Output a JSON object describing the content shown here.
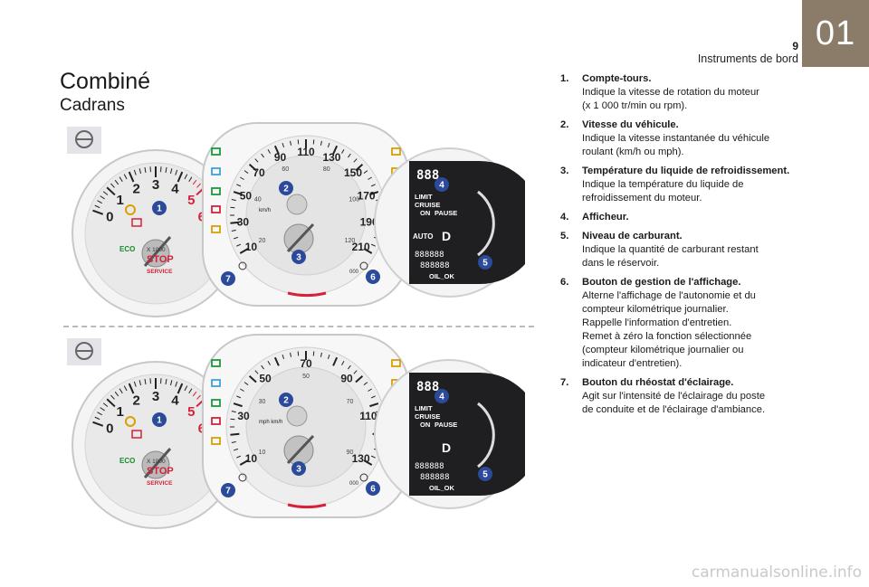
{
  "header": {
    "page_number": "9",
    "section_title": "Instruments de bord",
    "chapter": "01"
  },
  "headings": {
    "title": "Combiné",
    "subtitle": "Cadrans"
  },
  "list": [
    {
      "num": "1.",
      "title": "Compte-tours.",
      "lines": [
        "Indique la vitesse de rotation du moteur",
        "(x 1 000 tr/min ou rpm)."
      ]
    },
    {
      "num": "2.",
      "title": "Vitesse du véhicule.",
      "lines": [
        "Indique la vitesse instantanée du véhicule",
        "roulant (km/h ou mph)."
      ]
    },
    {
      "num": "3.",
      "title": "Température du liquide de refroidissement.",
      "lines": [
        "Indique la température du liquide de",
        "refroidissement du moteur."
      ]
    },
    {
      "num": "4.",
      "title": "Afficheur.",
      "lines": []
    },
    {
      "num": "5.",
      "title": "Niveau de carburant.",
      "lines": [
        "Indique la quantité de carburant restant",
        "dans le réservoir."
      ]
    },
    {
      "num": "6.",
      "title": "Bouton de gestion de l'affichage.",
      "lines": [
        "Alterne l'affichage de l'autonomie et du",
        "compteur kilométrique journalier.",
        "Rappelle l'information d'entretien.",
        "Remet à zéro la fonction sélectionnée",
        "(compteur kilométrique journalier ou",
        "indicateur d'entretien)."
      ]
    },
    {
      "num": "7.",
      "title": "Bouton du rhéostat d'éclairage.",
      "lines": [
        "Agit sur l'intensité de l'éclairage du poste",
        "de conduite et de l'éclairage d'ambiance."
      ]
    }
  ],
  "cluster": {
    "tach_labels": [
      "0",
      "1",
      "2",
      "3",
      "4",
      "5",
      "6"
    ],
    "tach_unit": "X 1000",
    "stop_label": "STOP",
    "service_label": "SERVICE",
    "eco_label": "ECO",
    "speed_labels_top": [
      "10",
      "30",
      "50",
      "70",
      "90",
      "110",
      "130",
      "150",
      "170",
      "190",
      "210"
    ],
    "speed_labels_bottom": [
      "10",
      "30",
      "50",
      "70",
      "90",
      "110",
      "130"
    ],
    "speed_inner_top": [
      "20",
      "40",
      "60",
      "80",
      "100",
      "120"
    ],
    "speed_inner_bottom": [
      "10",
      "30",
      "50",
      "70",
      "90"
    ],
    "speed_unit_top": "km/h",
    "speed_unit_bottom": "mph km/h",
    "display_lines": [
      "LIMIT",
      "CRUISE",
      "ON",
      "PAUSE",
      "AUTO",
      "D",
      "888888",
      "888888",
      "OIL_OK"
    ],
    "display_top_digits": "888",
    "callouts": [
      "1",
      "2",
      "3",
      "4",
      "5",
      "6",
      "7"
    ],
    "button_label": "000",
    "accent_red": "#d6213a",
    "callout_blue": "#2b4a9a"
  },
  "watermark": "carmanualsonline.info"
}
